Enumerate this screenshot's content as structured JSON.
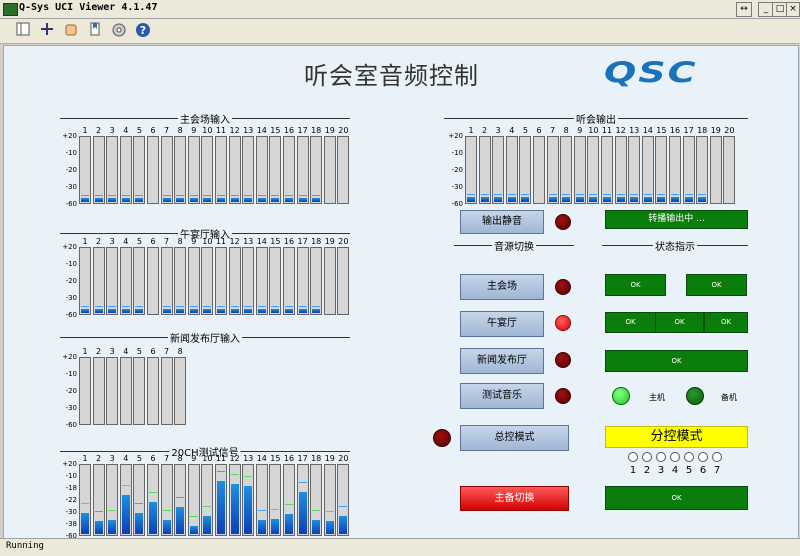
{
  "window": {
    "title": "Q-Sys UCI Viewer 4.1.47",
    "restore": "↔",
    "min": "_",
    "max": "□",
    "close": "×"
  },
  "toolbar": {
    "icons": [
      "layout-icon",
      "move-icon",
      "hand-icon",
      "bookmark-icon",
      "settings-icon",
      "help-icon"
    ]
  },
  "status": {
    "text": "Running"
  },
  "page": {
    "title": "听会室音频控制",
    "logo": "QSC"
  },
  "scale_labels_20": [
    "+20",
    "-10",
    "-20",
    "-30",
    "-60"
  ],
  "scale_labels_test": [
    "+20",
    "-10",
    "-18",
    "-22",
    "-30",
    "-38",
    "-60"
  ],
  "sections": {
    "main_input": {
      "label": "主会场输入",
      "channels": [
        "1",
        "2",
        "3",
        "4",
        "5",
        "6",
        "7",
        "8",
        "9",
        "10",
        "11",
        "12",
        "13",
        "14",
        "15",
        "16",
        "17",
        "18",
        "19",
        "20"
      ]
    },
    "banquet_input": {
      "label": "午宴厅输入",
      "channels": [
        "1",
        "2",
        "3",
        "4",
        "5",
        "6",
        "7",
        "8",
        "9",
        "10",
        "11",
        "12",
        "13",
        "14",
        "15",
        "16",
        "17",
        "18",
        "19",
        "20"
      ]
    },
    "press_input": {
      "label": "新闻发布厅输入",
      "channels": [
        "1",
        "2",
        "3",
        "4",
        "5",
        "6",
        "7",
        "8"
      ]
    },
    "test_signal": {
      "label": "20CH测试信号",
      "channels": [
        "1",
        "2",
        "3",
        "4",
        "5",
        "6",
        "7",
        "8",
        "9",
        "10",
        "11",
        "12",
        "13",
        "14",
        "15",
        "16",
        "17",
        "18",
        "19",
        "20"
      ]
    },
    "listen_output": {
      "label": "听会输出",
      "channels": [
        "1",
        "2",
        "3",
        "4",
        "5",
        "6",
        "7",
        "8",
        "9",
        "10",
        "11",
        "12",
        "13",
        "14",
        "15",
        "16",
        "17",
        "18",
        "19",
        "20"
      ]
    }
  },
  "controls": {
    "output_mute": "输出静音",
    "relay_status": "转播输出中 ...",
    "source_switch_label": "音源切换",
    "status_label": "状态指示",
    "src_main": "主会场",
    "src_banquet": "午宴厅",
    "src_press": "新闻发布厅",
    "src_test": "测试音乐",
    "master_mode": "总控模式",
    "sub_mode": "分控模式",
    "main_standby_switch": "主备切换",
    "primary_label": "主机",
    "backup_label": "备机",
    "ok": "OK",
    "radio_numbers": [
      "1",
      "2",
      "3",
      "4",
      "5",
      "6",
      "7"
    ]
  },
  "meter_levels": {
    "main_input": [
      0.06,
      0.06,
      0.06,
      0.06,
      0.06,
      0,
      0.06,
      0.06,
      0.06,
      0.06,
      0.06,
      0.06,
      0.06,
      0.06,
      0.06,
      0.06,
      0.06,
      0.06,
      0,
      0
    ],
    "banquet_input": [
      0.06,
      0.06,
      0.06,
      0.06,
      0.06,
      0,
      0.06,
      0.06,
      0.06,
      0.06,
      0.06,
      0.06,
      0.06,
      0.06,
      0.06,
      0.06,
      0.06,
      0.06,
      0,
      0
    ],
    "press_input": [
      0,
      0,
      0,
      0,
      0,
      0,
      0,
      0
    ],
    "test_signal": [
      0.3,
      0.18,
      0.2,
      0.55,
      0.3,
      0.45,
      0.2,
      0.38,
      0.12,
      0.25,
      0.75,
      0.72,
      0.68,
      0.2,
      0.22,
      0.28,
      0.6,
      0.2,
      0.18,
      0.25
    ],
    "listen_output": [
      0.08,
      0.08,
      0.08,
      0.08,
      0.08,
      0,
      0.08,
      0.08,
      0.08,
      0.08,
      0.08,
      0.08,
      0.08,
      0.08,
      0.08,
      0.08,
      0.08,
      0.08,
      0,
      0
    ]
  },
  "colors": {
    "led_active": "#e00000",
    "led_idle": "#5a0000",
    "ok_green": "#0b7d0b",
    "mode_yellow": "#ffff00",
    "switch_red": "#d40000"
  }
}
